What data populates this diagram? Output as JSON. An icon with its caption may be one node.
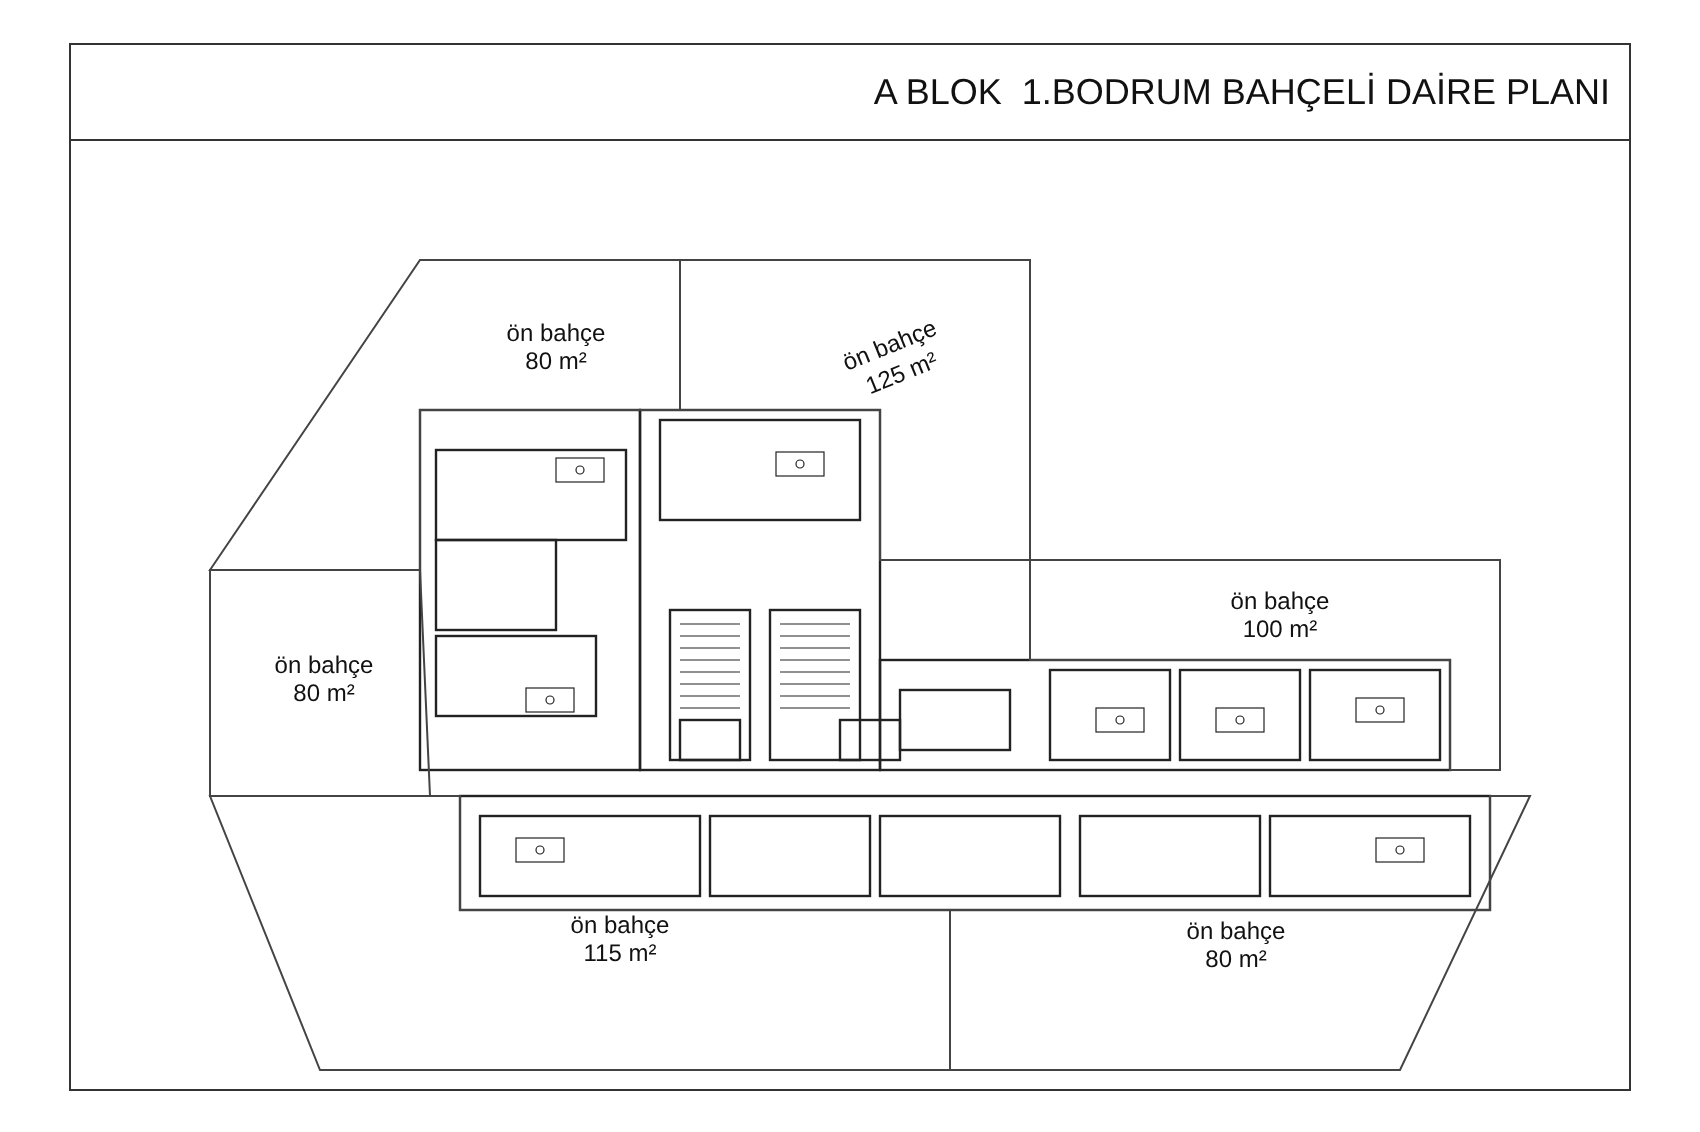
{
  "diagram": {
    "title": "A BLOK  1.BODRUM BAHÇELİ DAİRE PLANI",
    "nodes": [
      {
        "text": [
          "ön bahçe",
          "80 m²"
        ]
      },
      {
        "text": [
          "ön bahçe",
          "125 m²"
        ]
      },
      {
        "text": [
          "ön bahçe",
          "100 m²"
        ]
      },
      {
        "text": [
          "ön bahçe",
          "80 m²"
        ]
      },
      {
        "text": [
          "ön bahçe",
          "115 m²"
        ]
      },
      {
        "text": [
          "ön bahçe",
          "80 m²"
        ]
      }
    ]
  }
}
